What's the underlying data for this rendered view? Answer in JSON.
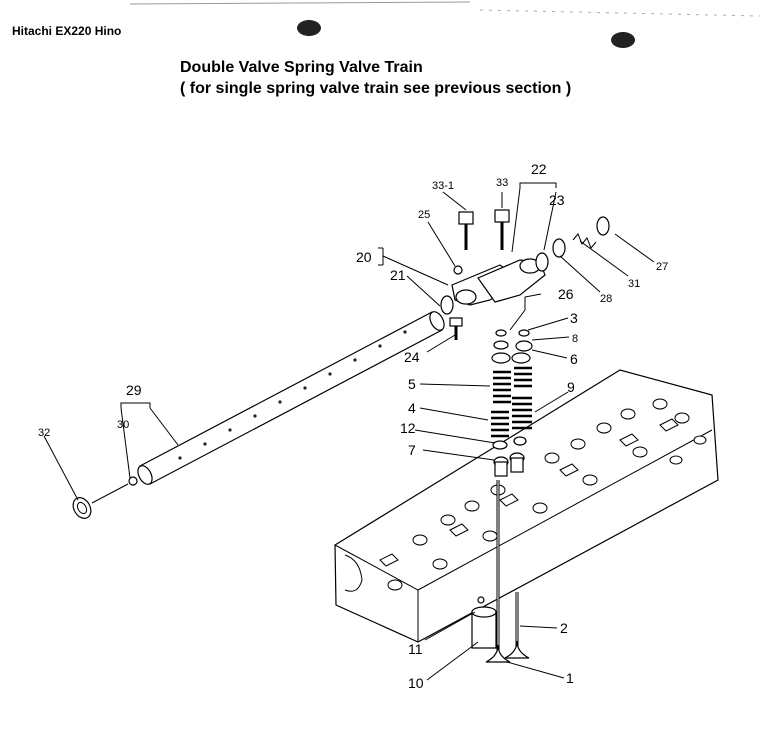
{
  "header": {
    "label": "Hitachi EX220 Hino"
  },
  "title": {
    "line1": "Double Valve Spring Valve Train",
    "line2": "( for single spring valve train see previous section )"
  },
  "callouts": {
    "c1": "1",
    "c2": "2",
    "c3": "3",
    "c4": "4",
    "c5": "5",
    "c6": "6",
    "c7": "7",
    "c8": "8",
    "c9": "9",
    "c10": "10",
    "c11": "11",
    "c12": "12",
    "c20": "20",
    "c21": "21",
    "c22": "22",
    "c23": "23",
    "c24": "24",
    "c25": "25",
    "c26": "26",
    "c27": "27",
    "c28": "28",
    "c29": "29",
    "c30": "30",
    "c31": "31",
    "c32": "32",
    "c33": "33",
    "c33_1": "33-1"
  }
}
